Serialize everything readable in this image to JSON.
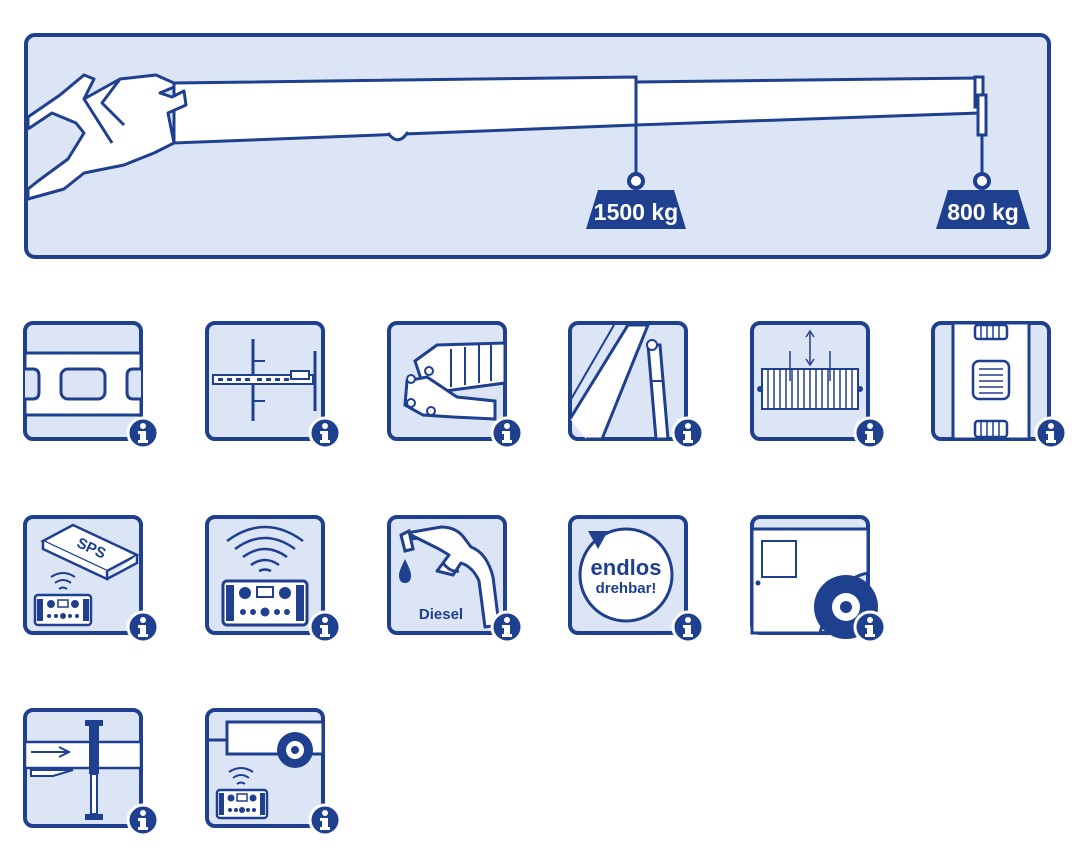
{
  "colors": {
    "brand": "#1f3f8f",
    "fill": "#dbe5f6",
    "white": "#ffffff"
  },
  "hero": {
    "load_1": "1500 kg",
    "load_2": "800 kg"
  },
  "features": [
    {
      "icon": "profile-slots-icon"
    },
    {
      "icon": "telescope-extension-icon"
    },
    {
      "icon": "knuckle-boom-icon"
    },
    {
      "icon": "hydraulic-cylinder-icon"
    },
    {
      "icon": "lifting-frame-icon"
    },
    {
      "icon": "slide-pads-icon"
    },
    {
      "icon": "plc-remote-control-icon",
      "label": "SPS"
    },
    {
      "icon": "radio-remote-control-icon"
    },
    {
      "icon": "diesel-nozzle-icon",
      "label": "Diesel"
    },
    {
      "icon": "endless-rotation-icon",
      "label_1": "endlos",
      "label_2": "drehbar!"
    },
    {
      "icon": "vehicle-wheel-icon"
    },
    {
      "icon": "support-leg-icon"
    },
    {
      "icon": "trailer-remote-icon"
    }
  ]
}
